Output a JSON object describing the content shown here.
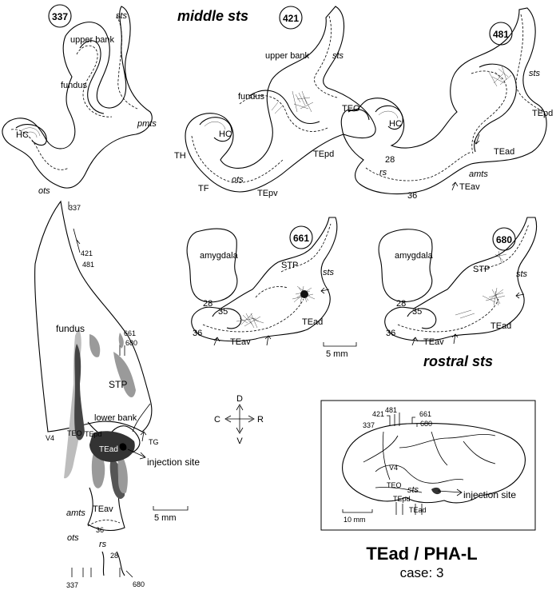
{
  "headings": {
    "middle": "middle sts",
    "rostral": "rostral sts"
  },
  "title": {
    "main": "TEad / PHA-L",
    "case": "case: 3"
  },
  "sections": {
    "s337": {
      "number": "337",
      "labels": {
        "sts": "sts",
        "upper_bank": "upper bank",
        "fundus": "fundus",
        "pmts": "pmts",
        "hc": "HC",
        "ots": "ots"
      }
    },
    "s421": {
      "number": "421",
      "labels": {
        "upper_bank": "upper bank",
        "sts": "sts",
        "fundus": "fundus",
        "teo": "TEO",
        "hc": "HC",
        "th": "TH",
        "tf": "TF",
        "ots": "ots",
        "tepv": "TEpv",
        "tepd": "TEpd"
      }
    },
    "s481": {
      "number": "481",
      "labels": {
        "sts": "sts",
        "tepd": "TEpd",
        "hc": "HC",
        "tead": "TEad",
        "n28": "28",
        "rs": "rs",
        "amts": "amts",
        "n36": "36",
        "teav": "TEav"
      }
    },
    "s661": {
      "number": "661",
      "labels": {
        "amygdala": "amygdala",
        "stp": "STP",
        "sts": "sts",
        "n28": "28",
        "n35": "35",
        "n36": "36",
        "tead": "TEad",
        "teav": "TEav"
      }
    },
    "s680": {
      "number": "680",
      "labels": {
        "amygdala": "amygdala",
        "stp": "STP",
        "sts": "sts",
        "n28": "28",
        "n35": "35",
        "n36": "36",
        "tead": "TEad",
        "teav": "TEav"
      }
    }
  },
  "flatmap": {
    "level_labels": [
      "337",
      "421",
      "481",
      "661",
      "680"
    ],
    "bottom_levels": [
      "337",
      "680"
    ],
    "labels": {
      "fundus": "fundus",
      "stp": "STP",
      "lower_bank": "lower bank",
      "v4": "V4",
      "teo": "TEO",
      "tepd": "TEpd",
      "tead": "TEad",
      "tg": "TG",
      "injection": "injection site",
      "amts": "amts",
      "teav": "TEav",
      "ots": "ots",
      "n36": "36",
      "rs": "rs",
      "n28": "28"
    },
    "scale": "5 mm"
  },
  "scale_rostral": "5 mm",
  "compass": {
    "up": "D",
    "down": "V",
    "left": "C",
    "right": "R"
  },
  "brain": {
    "levels": [
      "421",
      "481",
      "661",
      "337",
      "680"
    ],
    "labels": {
      "v4": "V4",
      "teo": "TEO",
      "sts": "sts",
      "tepd": "TEpd",
      "tead": "TEad",
      "injection": "injection site"
    },
    "scale": "10 mm"
  },
  "colors": {
    "injection": "#333333",
    "label_dark": "#555555",
    "label_light": "#9a9a9a",
    "label_pale": "#c4c4c4"
  }
}
